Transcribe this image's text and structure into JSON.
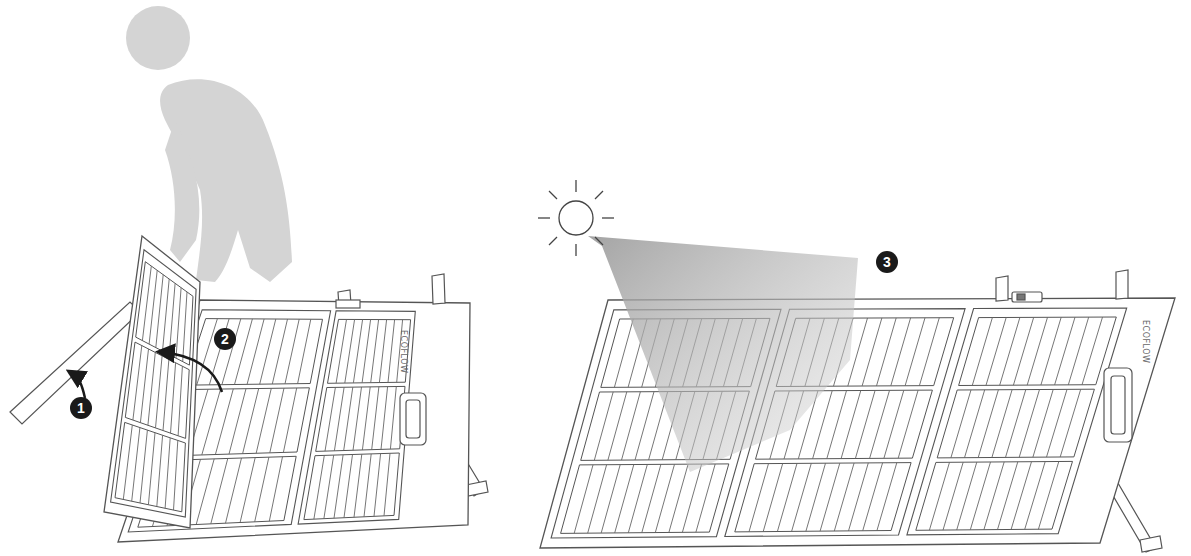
{
  "diagram": {
    "labels": [
      "1",
      "2",
      "ECOFLOW",
      "3",
      "ECOFLOW"
    ]
  }
}
